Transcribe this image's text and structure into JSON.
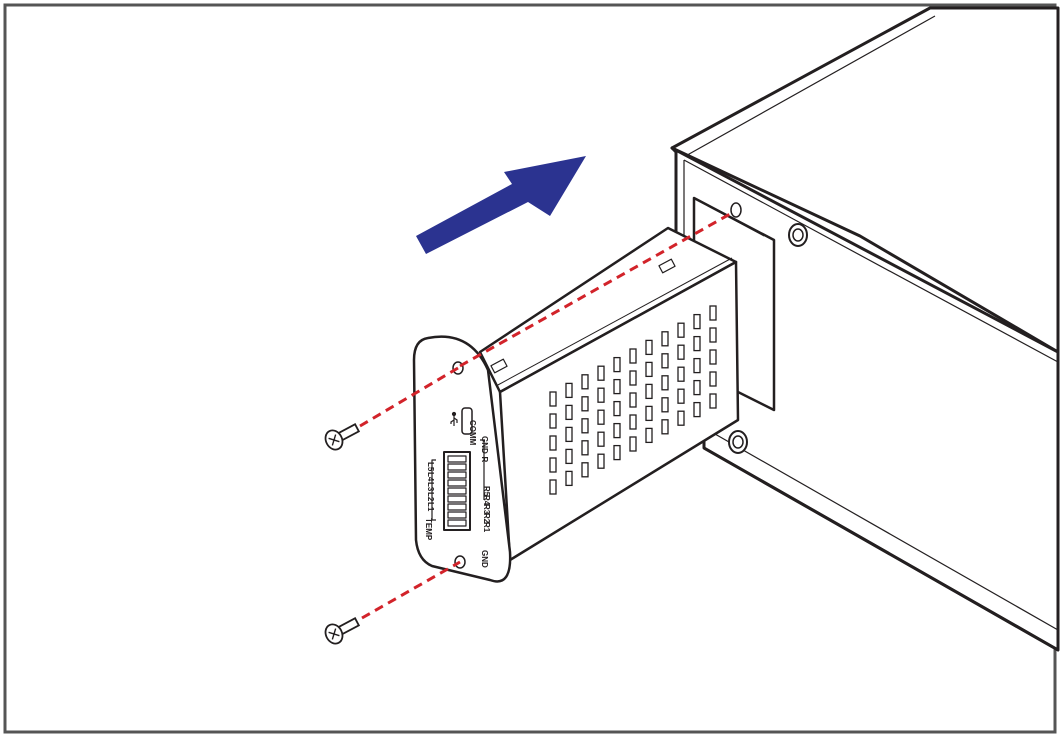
{
  "colors": {
    "outline": "#231f20",
    "dashed_guide": "#d2232a",
    "arrow": "#2b3390",
    "frame_border": "#555555",
    "background": "#ffffff"
  },
  "diagram": {
    "direction_arrow": "insertion-direction",
    "connector_labels": {
      "comm": "COMM",
      "gnd_r": "GND-R",
      "temp": "TEMP",
      "gnd": "GND",
      "left_pins": [
        "L5",
        "L4",
        "L3",
        "L2",
        "L1"
      ],
      "right_pins": [
        "R5",
        "R4",
        "R3",
        "R2",
        "R1"
      ]
    },
    "icons": [
      "usb-icon",
      "screw-icon",
      "screw-icon"
    ]
  }
}
